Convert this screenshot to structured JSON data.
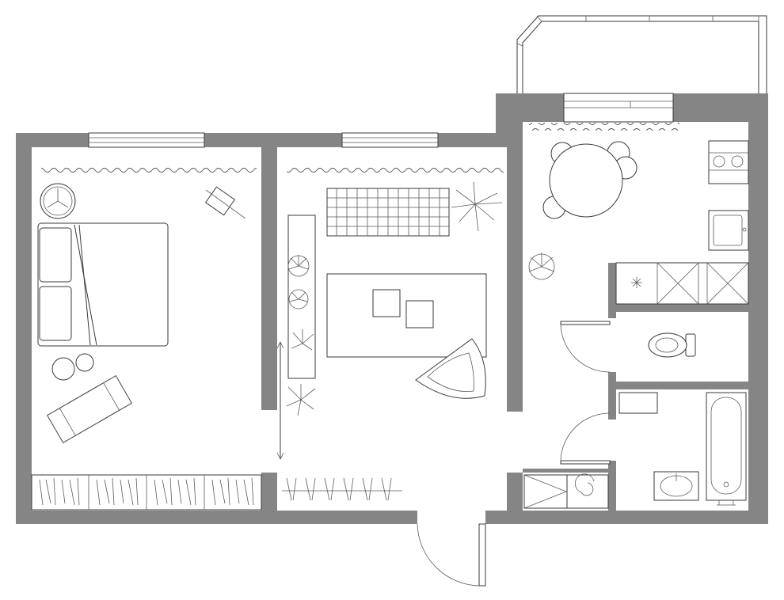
{
  "plan": {
    "rooms": [
      {
        "id": "bedroom"
      },
      {
        "id": "living-room"
      },
      {
        "id": "kitchen"
      },
      {
        "id": "toilet"
      },
      {
        "id": "bathroom"
      },
      {
        "id": "hallway"
      },
      {
        "id": "balcony"
      }
    ],
    "colors": {
      "wall": "#858585",
      "line": "#3a3a3a",
      "background": "#ffffff"
    }
  }
}
